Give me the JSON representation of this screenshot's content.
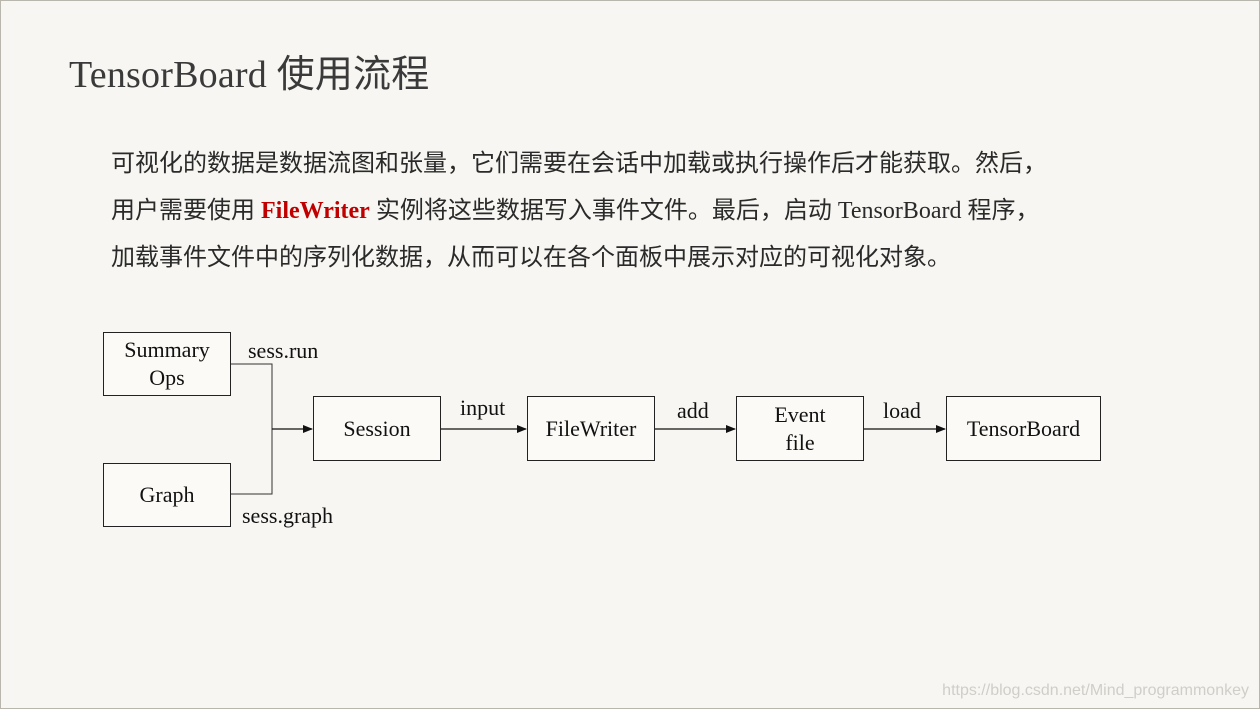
{
  "slide": {
    "title": "TensorBoard 使用流程",
    "paragraph": {
      "line1": "可视化的数据是数据流图和张量，它们需要在会话中加载或执行操作后才能获取。然后，",
      "line2_before": "用户需要使用 ",
      "line2_highlight": "FileWriter",
      "line2_after": " 实例将这些数据写入事件文件。最后，启动 TensorBoard 程序，",
      "line3": "加载事件文件中的序列化数据，从而可以在各个面板中展示对应的可视化对象。"
    },
    "highlight_color": "#c00000"
  },
  "diagram": {
    "nodes": {
      "summary_ops_line1": "Summary",
      "summary_ops_line2": "Ops",
      "graph": "Graph",
      "session": "Session",
      "filewriter": "FileWriter",
      "event_file_line1": "Event",
      "event_file_line2": "file",
      "tensorboard": "TensorBoard"
    },
    "edges": {
      "summary_to_session": "sess.run",
      "graph_to_session": "sess.graph",
      "session_to_filewriter": "input",
      "filewriter_to_event": "add",
      "event_to_tensorboard": "load"
    }
  },
  "watermark": "https://blog.csdn.net/Mind_programmonkey"
}
